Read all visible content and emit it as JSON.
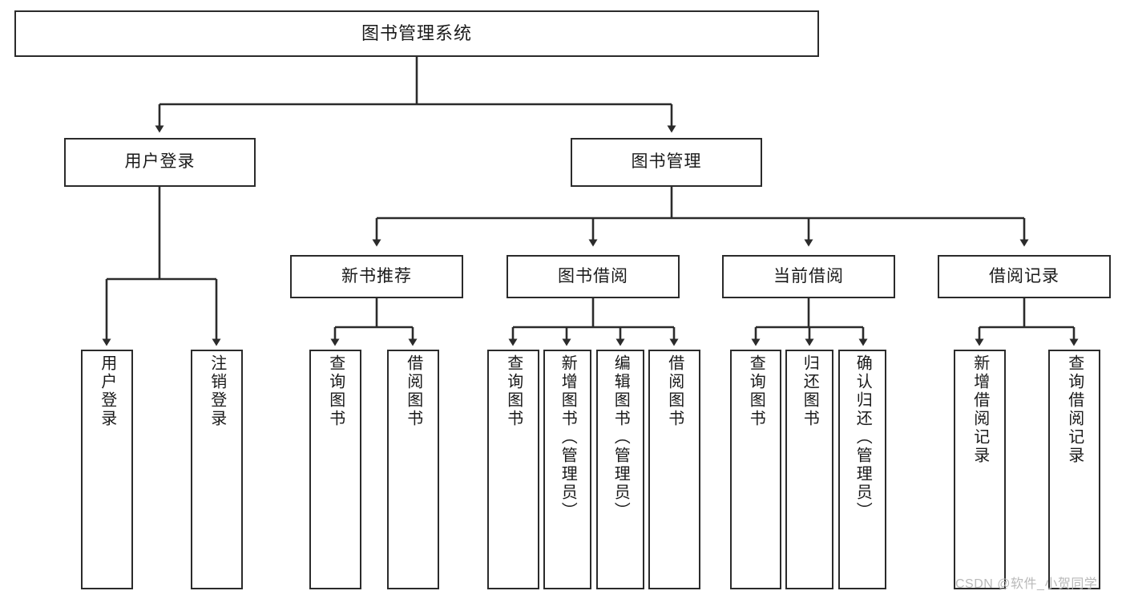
{
  "diagram": {
    "title": "图书管理系统",
    "type": "tree",
    "watermark": "CSDN @软件_小贺同学",
    "line_color": "#2b2b2b",
    "box_fill": "#ffffff",
    "text_color": "#1a1a1a",
    "nodes": {
      "root": {
        "label": "图书管理系统"
      },
      "level1": [
        {
          "id": "user-login",
          "label": "用户登录"
        },
        {
          "id": "book-management",
          "label": "图书管理"
        }
      ],
      "level2": [
        {
          "id": "new-book-recommend",
          "label": "新书推荐",
          "parent": "book-management"
        },
        {
          "id": "book-borrow",
          "label": "图书借阅",
          "parent": "book-management"
        },
        {
          "id": "current-borrow",
          "label": "当前借阅",
          "parent": "book-management"
        },
        {
          "id": "borrow-record",
          "label": "借阅记录",
          "parent": "book-management"
        }
      ],
      "leaves": [
        {
          "id": "leaf-user-login",
          "label": "用户登录",
          "parent": "user-login"
        },
        {
          "id": "leaf-logout-login",
          "label": "注销登录",
          "parent": "user-login"
        },
        {
          "id": "leaf-query-book-1",
          "label": "查询图书",
          "parent": "new-book-recommend"
        },
        {
          "id": "leaf-borrow-book-1",
          "label": "借阅图书",
          "parent": "new-book-recommend"
        },
        {
          "id": "leaf-query-book-2",
          "label": "查询图书",
          "parent": "book-borrow"
        },
        {
          "id": "leaf-add-book",
          "label": "新增图书（管理员）",
          "parent": "book-borrow"
        },
        {
          "id": "leaf-edit-book",
          "label": "编辑图书（管理员）",
          "parent": "book-borrow"
        },
        {
          "id": "leaf-borrow-book-2",
          "label": "借阅图书",
          "parent": "book-borrow"
        },
        {
          "id": "leaf-query-book-3",
          "label": "查询图书",
          "parent": "current-borrow"
        },
        {
          "id": "leaf-return-book",
          "label": "归还图书",
          "parent": "current-borrow"
        },
        {
          "id": "leaf-confirm-return",
          "label": "确认归还（管理员）",
          "parent": "current-borrow"
        },
        {
          "id": "leaf-add-record",
          "label": "新增借阅记录",
          "parent": "borrow-record"
        },
        {
          "id": "leaf-query-record",
          "label": "查询借阅记录",
          "parent": "borrow-record"
        }
      ]
    }
  }
}
